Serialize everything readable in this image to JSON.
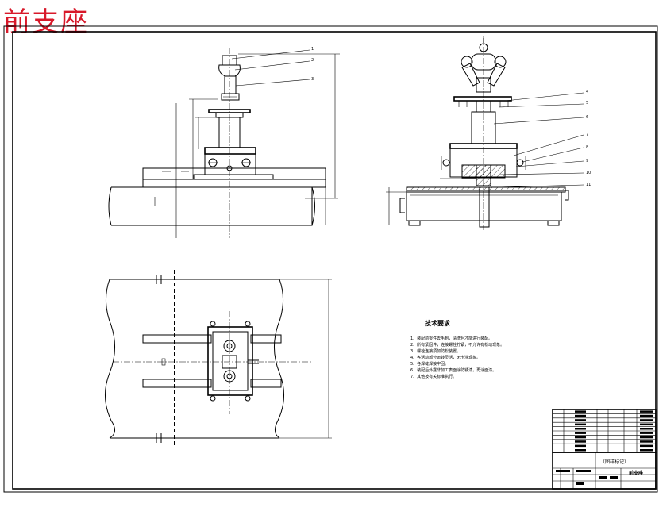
{
  "drawing": {
    "title": "前支座",
    "tech_requirements": {
      "heading": "技术要求",
      "lines": [
        "1、装配前零件去毛刺，清洗后才能进行装配。",
        "2、所有紧固件，连接螺栓拧紧，不允许有松动现象。",
        "3、螺栓连接须加防松装置。",
        "4、各活动部分运转灵活，无卡滞现象。",
        "5、各焊缝焊接牢固。",
        "6、装配后外露非加工表面涂防锈漆，再涂面漆。",
        "7、其他按有关标准执行。"
      ]
    },
    "balloons": [
      "1",
      "2",
      "3",
      "4",
      "5",
      "6",
      "7",
      "8",
      "9",
      "10",
      "11"
    ],
    "title_block": {
      "drawing_name": "前支座",
      "note": "（图样标记）"
    }
  }
}
